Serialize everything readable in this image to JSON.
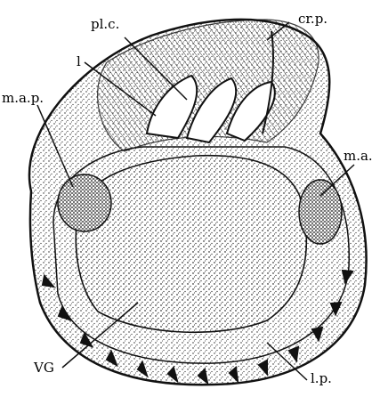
{
  "labels": {
    "pl_c": "pl.c.",
    "cr_p": "cr.p.",
    "l": "l",
    "m_a_p": "m.a.p.",
    "m_a": "m.a.",
    "vg": "VG",
    "l_p": "l.p."
  },
  "colors": {
    "ink": "#111111",
    "paper": "#ffffff",
    "stipple": "#222222"
  }
}
